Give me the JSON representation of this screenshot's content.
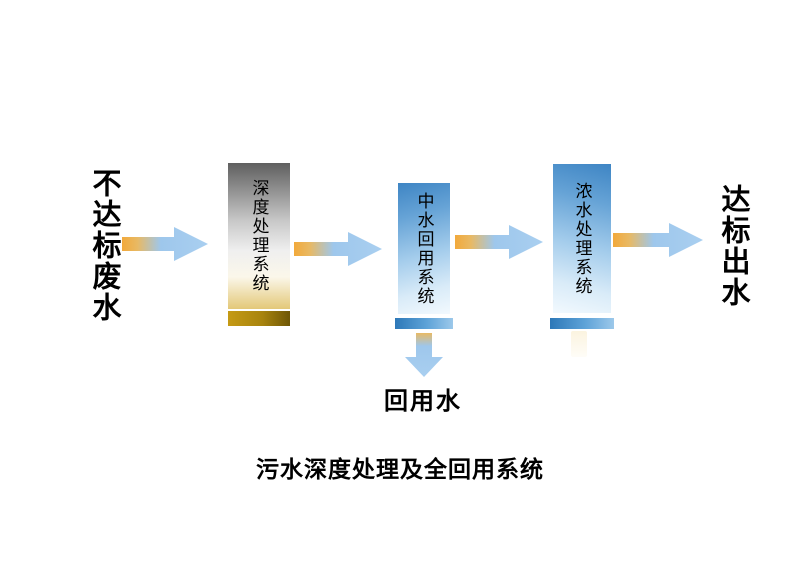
{
  "title_caption": "污水深度处理及全回用系统",
  "flow": {
    "input_label": "不达标废水",
    "output_label": "达标出水",
    "stages": [
      {
        "label": "深度处理系统"
      },
      {
        "label": "中水回用系统"
      },
      {
        "label": "浓水处理系统"
      }
    ],
    "branch_output_label": "回用水"
  },
  "colors": {
    "arrow_tail_gold": "#EFA93C",
    "arrow_body_blue": "#9EC7EC",
    "stage1_gradient_top": "#5F5F5F",
    "stage1_band_gold": "#A8840E",
    "stage_blue_dark": "#3E85C4",
    "stage_blue_light": "#F2F9FE",
    "band_blue": "#2D78B8",
    "text_color": "#000000",
    "background": "#FFFFFF"
  }
}
